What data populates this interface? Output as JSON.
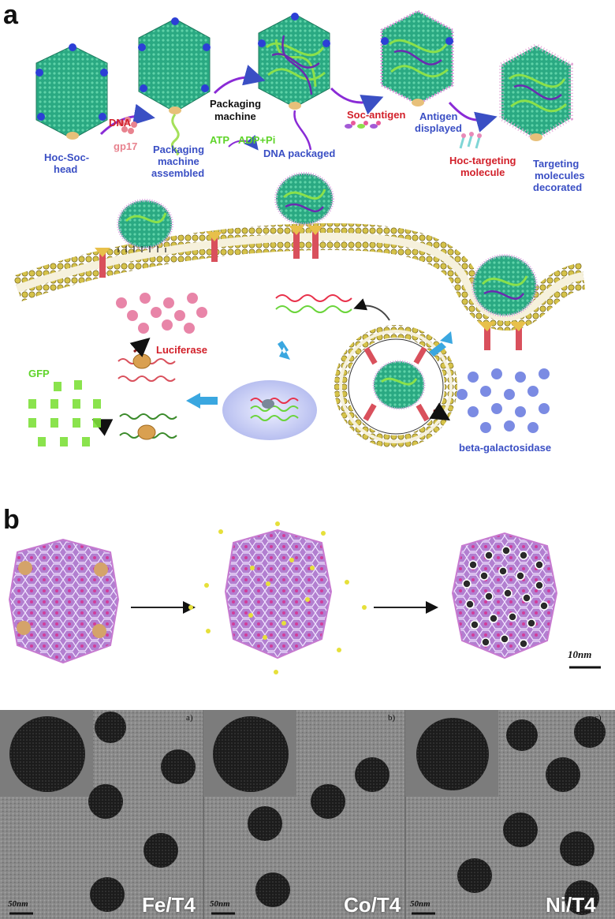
{
  "panels": {
    "a": "a",
    "b": "b"
  },
  "labels": {
    "hoc_soc_head_1": "Hoc-Soc-",
    "hoc_soc_head_2": "head",
    "dna": "DNA",
    "gp17": "gp17",
    "packaging_assembled_1": "Packaging",
    "packaging_assembled_2": "machine",
    "packaging_assembled_3": "assembled",
    "packaging_machine_1": "Packaging",
    "packaging_machine_2": "machine",
    "atp": "ATP",
    "adp_pi": "ADP+Pi",
    "dna_packaged": "DNA packaged",
    "soc_antigen": "Soc-antigen",
    "antigen_displayed_1": "Antigen",
    "antigen_displayed_2": "displayed",
    "hoc_targeting_1": "Hoc-targeting",
    "hoc_targeting_2": "molecule",
    "targeting_decorated_1": "Targeting",
    "targeting_decorated_2": "molecules",
    "targeting_decorated_3": "decorated",
    "luciferase": "Luciferase",
    "gfp": "GFP",
    "beta_gal": "beta-galactosidase"
  },
  "panel_b": {
    "scale_top": "10nm",
    "em_labels": [
      "Fe/T4",
      "Co/T4",
      "Ni/T4"
    ],
    "em_sublabels": [
      "a)",
      "b)",
      "c)"
    ],
    "em_scale": "50nm"
  },
  "colors": {
    "capsid": "#2bb38a",
    "vertex": "#2c3fd6",
    "dna_green": "#8be04a",
    "dna_purple": "#6a2bb0",
    "membrane_head": "#c9b43a",
    "receptor": "#d9505c",
    "arrow_blue": "#3aa7e0"
  }
}
